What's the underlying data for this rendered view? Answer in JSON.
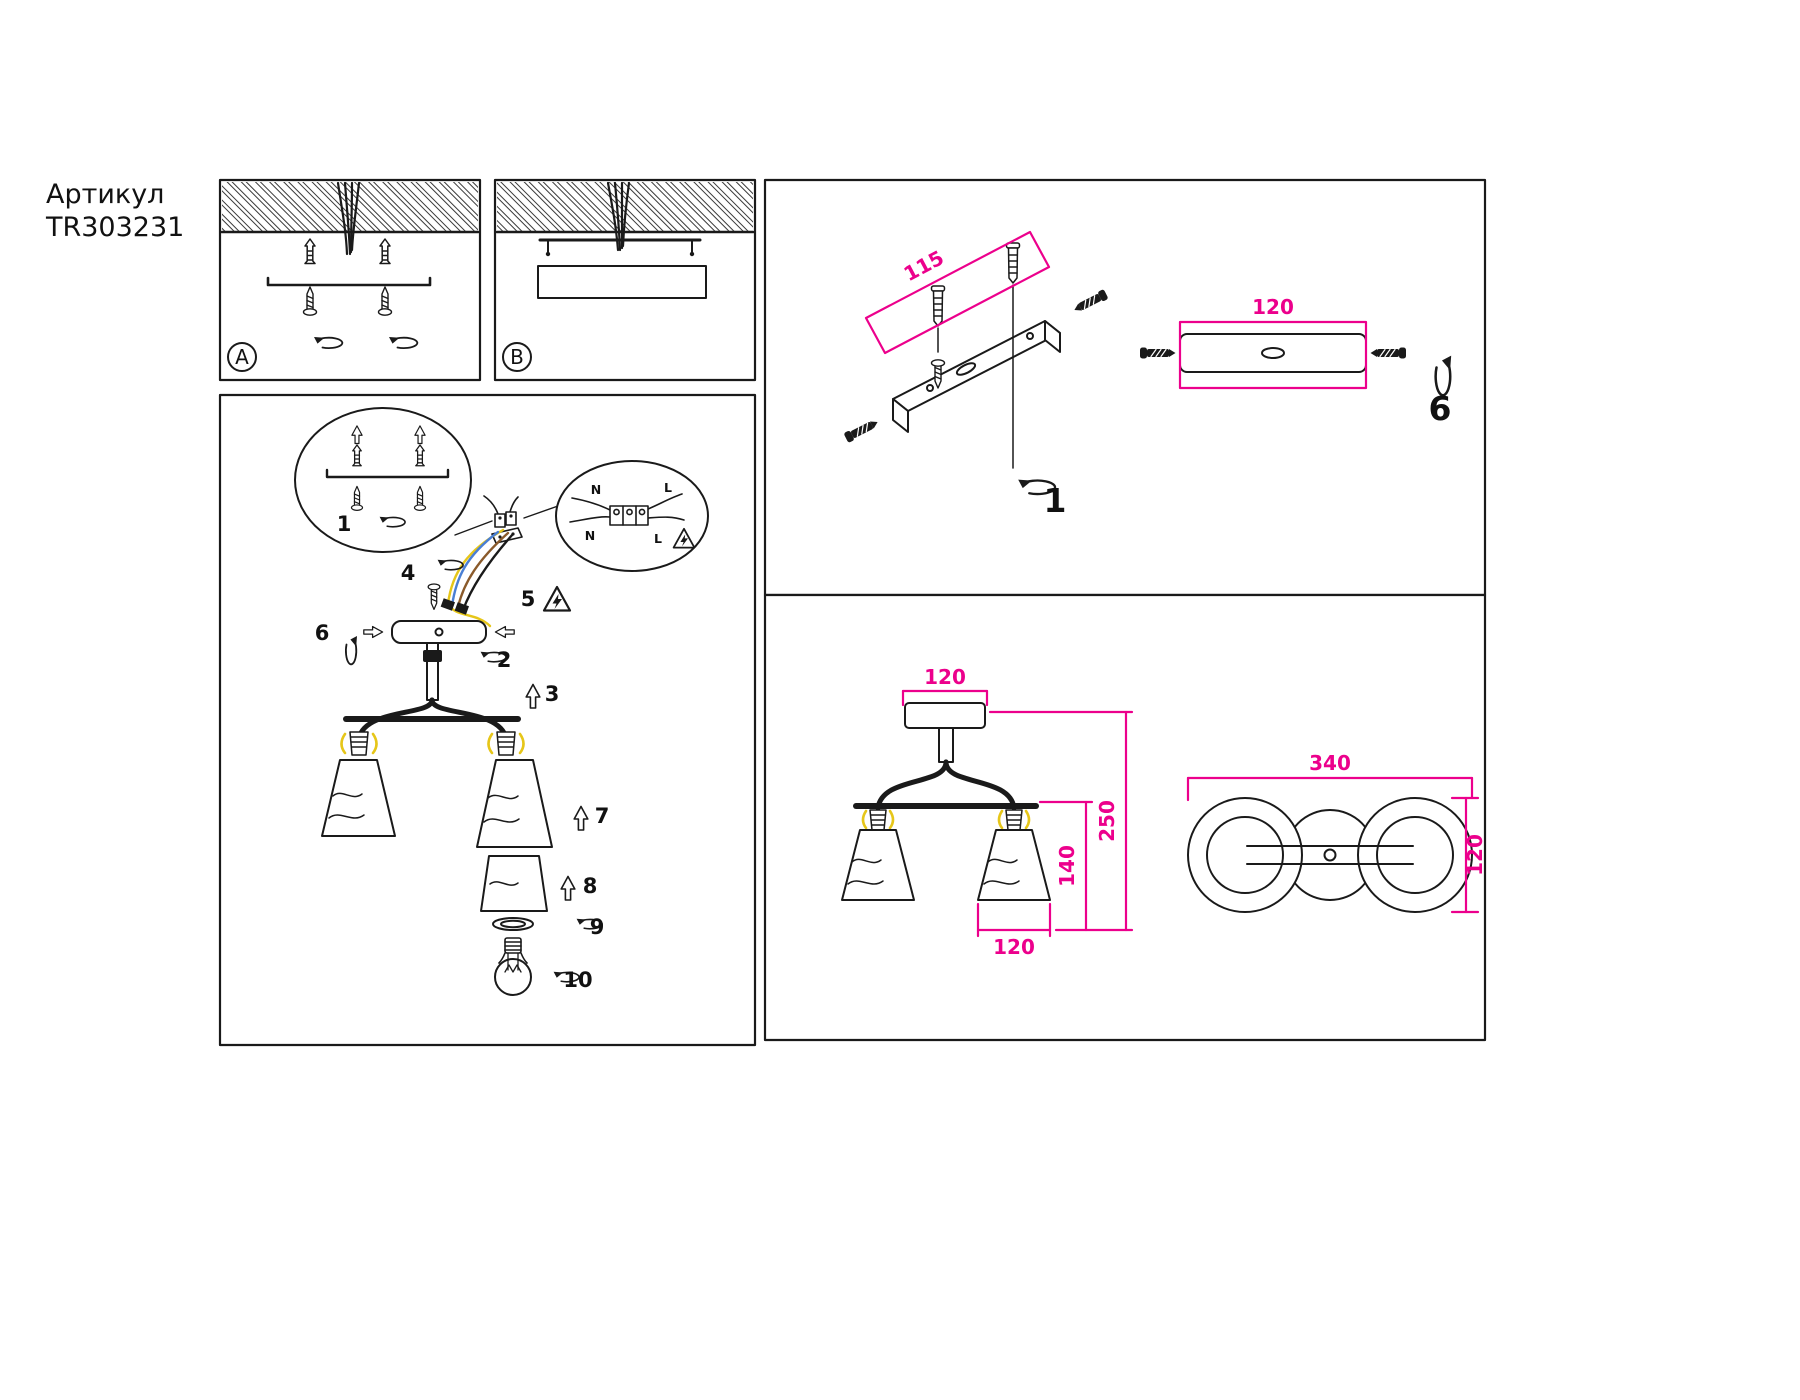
{
  "article": {
    "label": "Артикул",
    "code": "TR303231"
  },
  "panel_a": {
    "label": "A"
  },
  "panel_b": {
    "label": "B"
  },
  "assembly": {
    "steps": {
      "s1": "1",
      "s2": "2",
      "s3": "3",
      "s4": "4",
      "s5": "5",
      "s6": "6",
      "s7": "7",
      "s8": "8",
      "s9": "9",
      "s10": "10"
    },
    "wiring": {
      "n_top": "N",
      "l_top": "L",
      "n_bottom": "N",
      "l_bottom": "L"
    }
  },
  "install": {
    "dim_spacing": "115",
    "step_mount": "1",
    "dim_plate": "120",
    "step_plate": "6"
  },
  "dims": {
    "canopy": "120",
    "height": "250",
    "shade_h": "140",
    "shade_w": "120",
    "length": "340",
    "width": "120"
  },
  "colors": {
    "accent": "#ec008c",
    "wire_yellow": "#e6c619",
    "wire_blue": "#4a7fd4",
    "wire_brown": "#8a5a2b"
  }
}
